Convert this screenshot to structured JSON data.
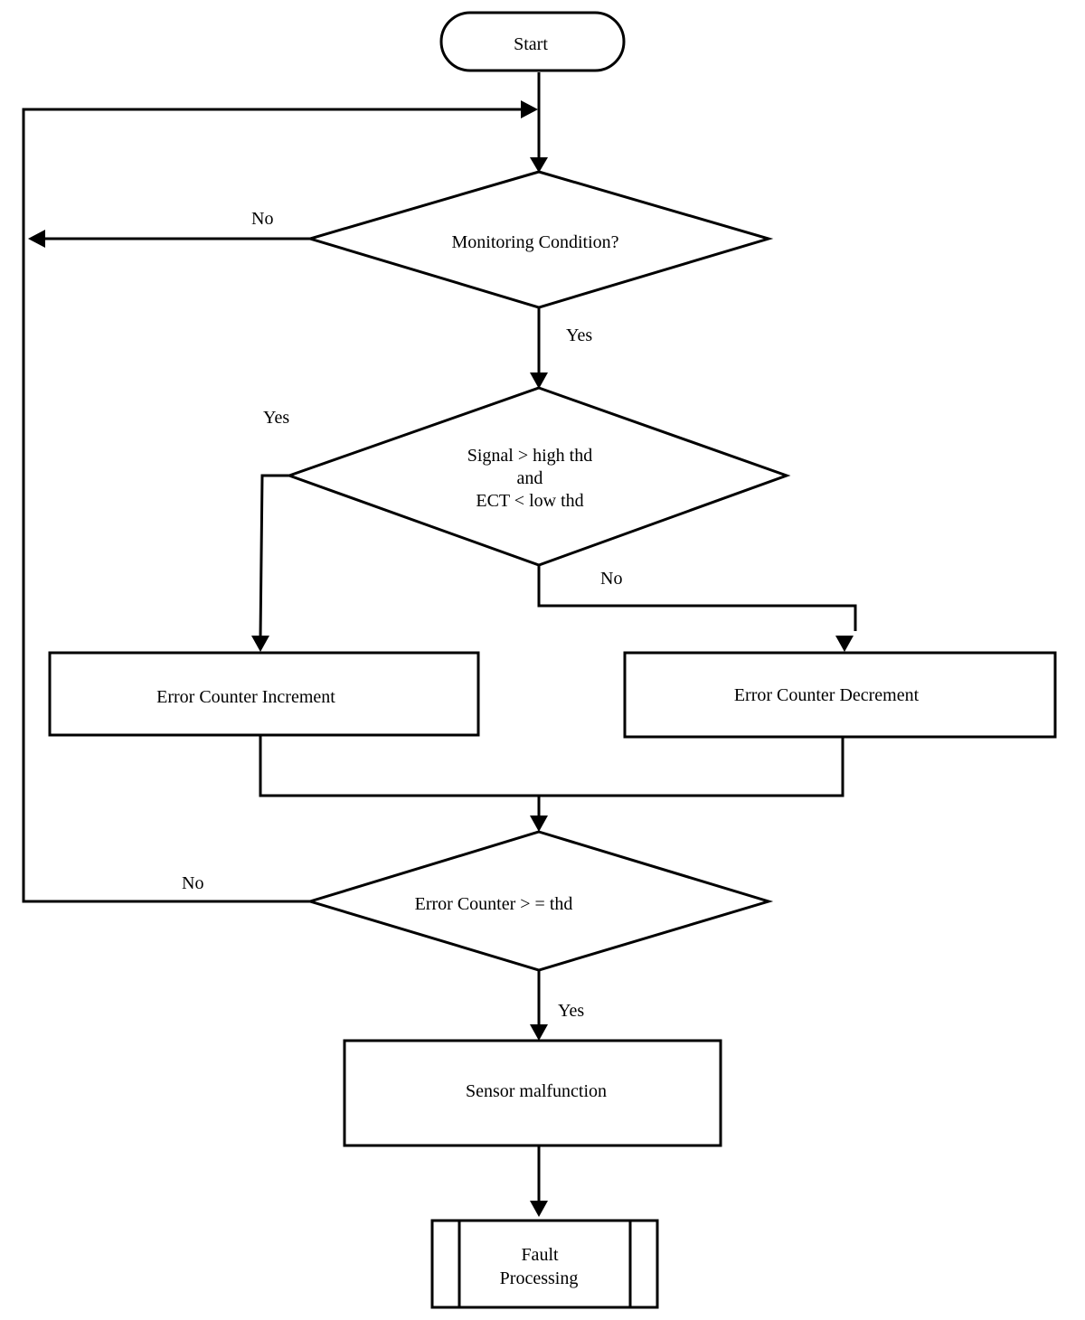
{
  "nodes": {
    "start": "Start",
    "monitoring": "Monitoring Condition?",
    "signal_check": [
      "Signal > high thd",
      "and",
      "ECT < low thd"
    ],
    "increment": "Error Counter Increment",
    "decrement": "Error Counter Decrement",
    "counter_check": "Error Counter > = thd",
    "malfunction": "Sensor malfunction",
    "fault_processing": [
      "Fault",
      "Processing"
    ]
  },
  "edge_labels": {
    "monitoring_no": "No",
    "monitoring_yes": "Yes",
    "signal_yes": "Yes",
    "signal_no": "No",
    "counter_no": "No",
    "counter_yes": "Yes"
  },
  "colors": {
    "stroke": "#000000",
    "fill": "#ffffff"
  }
}
